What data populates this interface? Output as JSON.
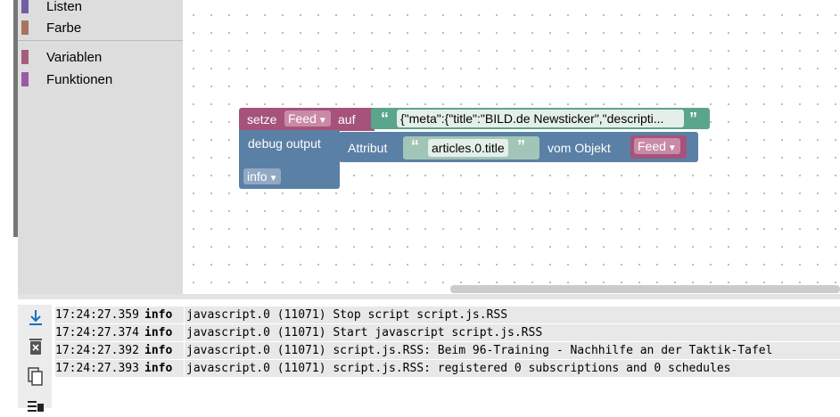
{
  "toolbox": {
    "categories": [
      {
        "label": "Listen",
        "color": "#745ca5"
      },
      {
        "label": "Farbe",
        "color": "#a5745b"
      },
      {
        "label": "Variablen",
        "color": "#a55b80"
      },
      {
        "label": "Funktionen",
        "color": "#995ba5"
      }
    ]
  },
  "blocks": {
    "setze": {
      "label": "setze",
      "var": "Feed",
      "auf": "auf"
    },
    "text_value": "{\"meta\":{\"title\":\"BILD.de Newsticker\",\"descripti...",
    "debug": {
      "label": "debug output",
      "level": "info"
    },
    "attr": {
      "label": "Attribut",
      "value": "articles.0.title",
      "vom": "vom Objekt",
      "var": "Feed"
    },
    "dropdown_arrow": "▼",
    "quote_open": "“",
    "quote_close": "”"
  },
  "log": {
    "tools": [
      "scroll-to-bottom-icon",
      "clear-log-icon",
      "copy-icon",
      "filter-icon"
    ],
    "rows": [
      {
        "time": "17:24:27.359",
        "level": "info",
        "msg": "javascript.0 (11071) Stop script script.js.RSS"
      },
      {
        "time": "17:24:27.374",
        "level": "info",
        "msg": "javascript.0 (11071) Start javascript script.js.RSS"
      },
      {
        "time": "17:24:27.392",
        "level": "info",
        "msg": "javascript.0 (11071) script.js.RSS: Beim 96-Training - Nachhilfe an der Taktik-Tafel"
      },
      {
        "time": "17:24:27.393",
        "level": "info",
        "msg": "javascript.0 (11071) script.js.RSS: registered 0 subscriptions and 0 schedules"
      }
    ]
  }
}
